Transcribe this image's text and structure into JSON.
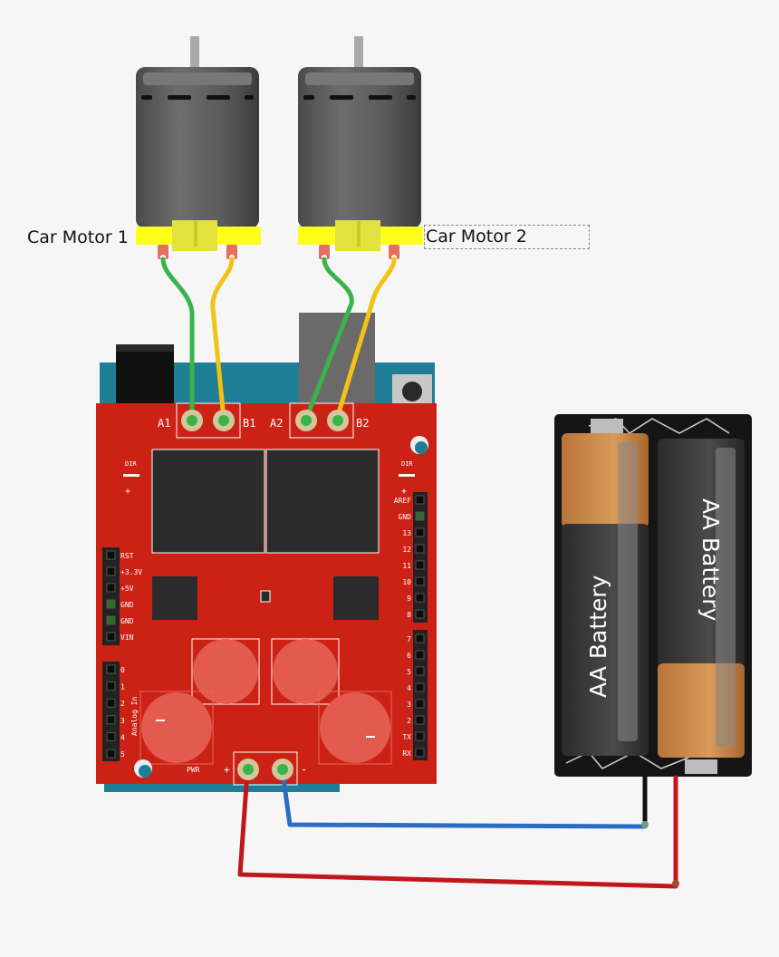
{
  "motors": [
    {
      "label": "Car Motor 1"
    },
    {
      "label": "Car Motor 2"
    }
  ],
  "shield": {
    "terminal_labels": [
      "A1",
      "B1",
      "A2",
      "B2"
    ],
    "dir_label": "DIR",
    "plus": "+",
    "minus": "-",
    "power_label": "PWR",
    "left_header_pins": [
      "RST",
      "+3.3V",
      "+5V",
      "GND",
      "GND",
      "VIN"
    ],
    "analog_pins": [
      "0",
      "1",
      "2",
      "3",
      "4",
      "5"
    ],
    "analog_label": "Analog In",
    "right_header_top": [
      "AREF",
      "GND",
      "13",
      "12",
      "11",
      "10",
      "9",
      "8"
    ],
    "right_header_bottom": [
      "7",
      "6",
      "5",
      "4",
      "3",
      "2",
      "TX",
      "RX"
    ]
  },
  "battery": {
    "cell_label": "AA Battery"
  },
  "wire_colors": {
    "green": "#38b44a",
    "yellow": "#f2c313",
    "red": "#c0161c",
    "blue": "#2b6cc4",
    "black": "#111111"
  }
}
